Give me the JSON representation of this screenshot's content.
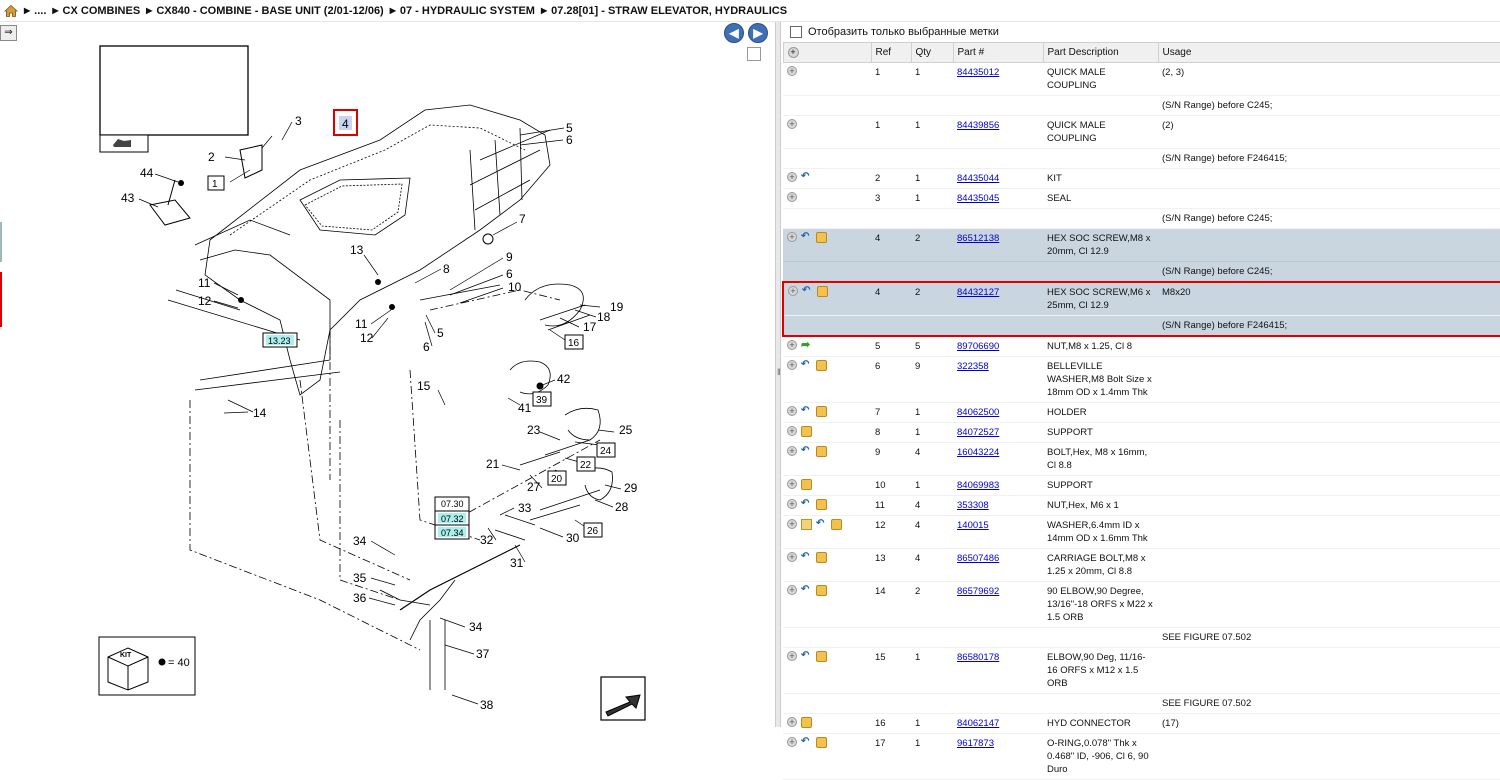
{
  "breadcrumb": {
    "items": [
      "....",
      "CX COMBINES",
      "CX840 - COMBINE - BASE UNIT (2/01-12/06)",
      "07 - HYDRAULIC SYSTEM",
      "07.28[01] - STRAW ELEVATOR, HYDRAULICS"
    ]
  },
  "diagram": {
    "callouts": {
      "c1": "1",
      "c2": "2",
      "c3": "3",
      "c4": "4",
      "c5": "5",
      "c6": "6",
      "c7": "7",
      "c9": "9",
      "c8": "8",
      "c6b": "6",
      "c10": "10",
      "c11": "11",
      "c12": "12",
      "c13": "13",
      "c11b": "11",
      "c12b": "12",
      "c5b": "5",
      "c6c": "6",
      "c14": "14",
      "c15": "15",
      "c16": "16",
      "c17": "17",
      "c18": "18",
      "c19": "19",
      "c39": "39",
      "c41": "41",
      "c42": "42",
      "c20": "20",
      "c21": "21",
      "c22": "22",
      "c23": "23",
      "c24": "24",
      "c25": "25",
      "c26": "26",
      "c27": "27",
      "c28": "28",
      "c29": "29",
      "c30": "30",
      "c31": "31",
      "c32": "32",
      "c33": "33",
      "c34": "34",
      "c34b": "34",
      "c35": "35",
      "c36": "36",
      "c37": "37",
      "c38": "38",
      "c43": "43",
      "c44": "44"
    },
    "refs": {
      "r1323": "13.23",
      "r0730": "07.30",
      "r0732": "07.32",
      "r0734": "07.34"
    },
    "kit": {
      "label": "KIT",
      "legend": "= 40"
    }
  },
  "filter": {
    "label": "Отобразить только выбранные метки"
  },
  "table": {
    "headers": [
      "Ref",
      "Qty",
      "Part #",
      "Part Description",
      "Usage"
    ],
    "rows": [
      {
        "ref": "1",
        "qty": "1",
        "part": "84435012",
        "desc": "QUICK MALE COUPLING",
        "usage": "(2, 3)",
        "icons": [],
        "style": "alt"
      },
      {
        "ref": "",
        "qty": "",
        "part": "",
        "desc": "",
        "usage": "(S/N Range) before C245;",
        "icons": [],
        "style": "alt",
        "cont": true
      },
      {
        "ref": "1",
        "qty": "1",
        "part": "84439856",
        "desc": "QUICK MALE COUPLING",
        "usage": "(2)",
        "icons": [],
        "style": "alt"
      },
      {
        "ref": "",
        "qty": "",
        "part": "",
        "desc": "",
        "usage": "(S/N Range) before F246415;",
        "icons": [],
        "style": "alt",
        "cont": true
      },
      {
        "ref": "2",
        "qty": "1",
        "part": "84435044",
        "desc": "KIT",
        "usage": "",
        "icons": [
          "back"
        ],
        "style": "alt"
      },
      {
        "ref": "3",
        "qty": "1",
        "part": "84435045",
        "desc": "SEAL",
        "usage": "",
        "icons": [],
        "style": "alt"
      },
      {
        "ref": "",
        "qty": "",
        "part": "",
        "desc": "",
        "usage": "(S/N Range) before C245;",
        "icons": [],
        "style": "alt",
        "cont": true
      },
      {
        "ref": "4",
        "qty": "2",
        "part": "86512138",
        "desc": "HEX SOC SCREW,M8 x 20mm, Cl 12.9",
        "usage": "",
        "icons": [
          "back",
          "box"
        ],
        "style": "hl"
      },
      {
        "ref": "",
        "qty": "",
        "part": "",
        "desc": "",
        "usage": "(S/N Range) before C245;",
        "icons": [],
        "style": "hl",
        "cont": true
      },
      {
        "ref": "4",
        "qty": "2",
        "part": "84432127",
        "desc": "HEX SOC SCREW,M6 x 25mm, Cl 12.9",
        "usage": "M8x20",
        "icons": [
          "back",
          "box"
        ],
        "style": "sel top"
      },
      {
        "ref": "",
        "qty": "",
        "part": "",
        "desc": "",
        "usage": "(S/N Range) before F246415;",
        "icons": [],
        "style": "sel bottom",
        "cont": true
      },
      {
        "ref": "5",
        "qty": "5",
        "part": "89706690",
        "desc": "NUT,M8 x 1.25, Cl 8",
        "usage": "",
        "icons": [
          "fwd"
        ],
        "style": "alt"
      },
      {
        "ref": "6",
        "qty": "9",
        "part": "322358",
        "desc": "BELLEVILLE WASHER,M8 Bolt Size x 18mm OD x 1.4mm Thk",
        "usage": "",
        "icons": [
          "back",
          "box"
        ],
        "style": "alt"
      },
      {
        "ref": "7",
        "qty": "1",
        "part": "84062500",
        "desc": "HOLDER",
        "usage": "",
        "icons": [
          "back",
          "box"
        ],
        "style": "alt"
      },
      {
        "ref": "8",
        "qty": "1",
        "part": "84072527",
        "desc": "SUPPORT",
        "usage": "",
        "icons": [
          "box"
        ],
        "style": "alt"
      },
      {
        "ref": "9",
        "qty": "4",
        "part": "16043224",
        "desc": "BOLT,Hex, M8 x 16mm, Cl 8.8",
        "usage": "",
        "icons": [
          "back",
          "box"
        ],
        "style": "alt"
      },
      {
        "ref": "10",
        "qty": "1",
        "part": "84069983",
        "desc": "SUPPORT",
        "usage": "",
        "icons": [
          "box"
        ],
        "style": "alt"
      },
      {
        "ref": "11",
        "qty": "4",
        "part": "353308",
        "desc": "NUT,Hex, M6 x 1",
        "usage": "",
        "icons": [
          "back",
          "box"
        ],
        "style": "alt"
      },
      {
        "ref": "12",
        "qty": "4",
        "part": "140015",
        "desc": "WASHER,6.4mm ID x 14mm OD x 1.6mm Thk",
        "usage": "",
        "icons": [
          "note",
          "back",
          "box"
        ],
        "style": "alt"
      },
      {
        "ref": "13",
        "qty": "4",
        "part": "86507486",
        "desc": "CARRIAGE BOLT,M8 x 1.25 x 20mm, Cl 8.8",
        "usage": "",
        "icons": [
          "back",
          "box"
        ],
        "style": "alt"
      },
      {
        "ref": "14",
        "qty": "2",
        "part": "86579692",
        "desc": "90 ELBOW,90 Degree, 13/16\"-18 ORFS x M22 x 1.5 ORB",
        "usage": "",
        "icons": [
          "back",
          "box"
        ],
        "style": "alt"
      },
      {
        "ref": "",
        "qty": "",
        "part": "",
        "desc": "",
        "usage": "SEE FIGURE 07.502",
        "icons": [],
        "style": "alt",
        "cont": true
      },
      {
        "ref": "15",
        "qty": "1",
        "part": "86580178",
        "desc": "ELBOW,90 Deg, 11/16-16 ORFS x M12 x 1.5 ORB",
        "usage": "",
        "icons": [
          "back",
          "box"
        ],
        "style": "alt"
      },
      {
        "ref": "",
        "qty": "",
        "part": "",
        "desc": "",
        "usage": "SEE FIGURE 07.502",
        "icons": [],
        "style": "alt",
        "cont": true
      },
      {
        "ref": "16",
        "qty": "1",
        "part": "84062147",
        "desc": "HYD CONNECTOR",
        "usage": "(17)",
        "icons": [
          "box"
        ],
        "style": "alt"
      },
      {
        "ref": "17",
        "qty": "1",
        "part": "9617873",
        "desc": "O-RING,0.078\" Thk x 0.468\" ID, -906, Cl 6, 90 Duro",
        "usage": "",
        "icons": [
          "back",
          "box"
        ],
        "style": "alt"
      }
    ]
  }
}
